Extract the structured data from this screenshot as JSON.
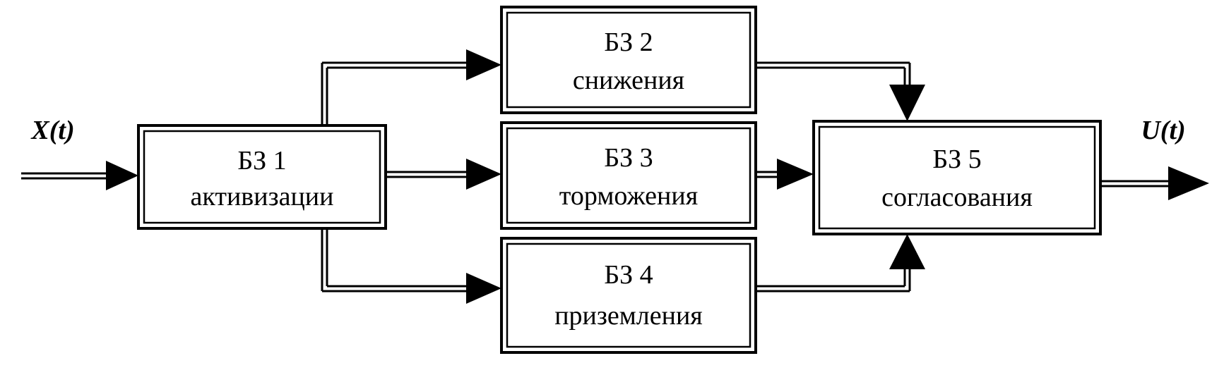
{
  "input_label": "X(t)",
  "output_label": "U(t)",
  "blocks": [
    {
      "id": "b1",
      "line1": "БЗ 1",
      "line2": "активизации"
    },
    {
      "id": "b2",
      "line1": "БЗ 2",
      "line2": "снижения"
    },
    {
      "id": "b3",
      "line1": "БЗ 3",
      "line2": "торможения"
    },
    {
      "id": "b4",
      "line1": "БЗ 4",
      "line2": "приземления"
    },
    {
      "id": "b5",
      "line1": "БЗ 5",
      "line2": "согласования"
    }
  ],
  "connections": [
    {
      "from": "input",
      "to": "b1"
    },
    {
      "from": "b1",
      "to": "b2"
    },
    {
      "from": "b1",
      "to": "b3"
    },
    {
      "from": "b1",
      "to": "b4"
    },
    {
      "from": "b2",
      "to": "b5"
    },
    {
      "from": "b3",
      "to": "b5"
    },
    {
      "from": "b4",
      "to": "b5"
    },
    {
      "from": "b5",
      "to": "output"
    }
  ],
  "colors": {
    "stroke": "#000000",
    "background": "#ffffff"
  }
}
